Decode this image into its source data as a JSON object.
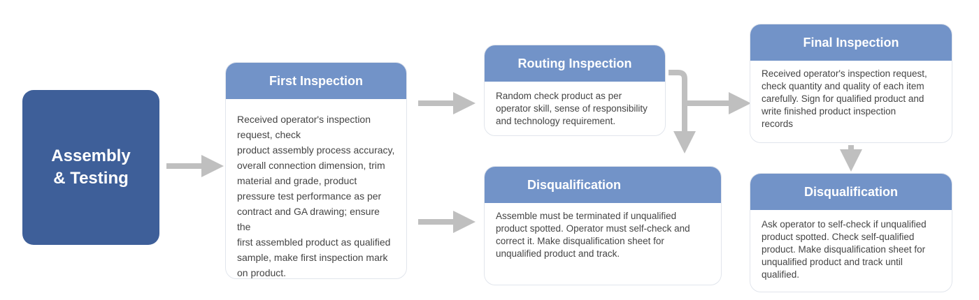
{
  "start": {
    "line1": "Assembly",
    "line2": "& Testing"
  },
  "first_inspection": {
    "title": "First Inspection",
    "lines": [
      "Received operator's inspection",
      "request, check",
      "product assembly process accuracy,",
      "overall connection dimension, trim",
      "material and grade, product",
      "pressure test performance as per",
      "contract and GA drawing; ensure the",
      "first assembled product as qualified",
      "sample, make first inspection mark",
      "on product."
    ]
  },
  "routing_inspection": {
    "title": "Routing Inspection",
    "lines": [
      "Random check product as per",
      "operator skill, sense of responsibility",
      "and technology requirement."
    ]
  },
  "disqualification_middle": {
    "title": "Disqualification",
    "lines": [
      "Assemble must be terminated if unqualified",
      "product spotted. Operator must self-check and",
      "correct it. Make disqualification sheet for",
      "unqualified product and track."
    ]
  },
  "final_inspection": {
    "title": "Final Inspection",
    "lines": [
      "Received operator's inspection request,",
      "check quantity and quality of each item",
      "carefully. Sign for qualified product and",
      "write finished product inspection",
      "records"
    ]
  },
  "disqualification_right": {
    "title": "Disqualification",
    "lines": [
      "Ask operator to self-check if unqualified",
      "product spotted. Check self-qualified",
      "product. Make disqualification sheet for",
      "unqualified product and track until",
      "qualified."
    ]
  },
  "colors": {
    "start_fill": "#3e5f99",
    "header_fill": "#7293c8",
    "arrow": "#bfbfbf",
    "body_text": "#444444"
  }
}
